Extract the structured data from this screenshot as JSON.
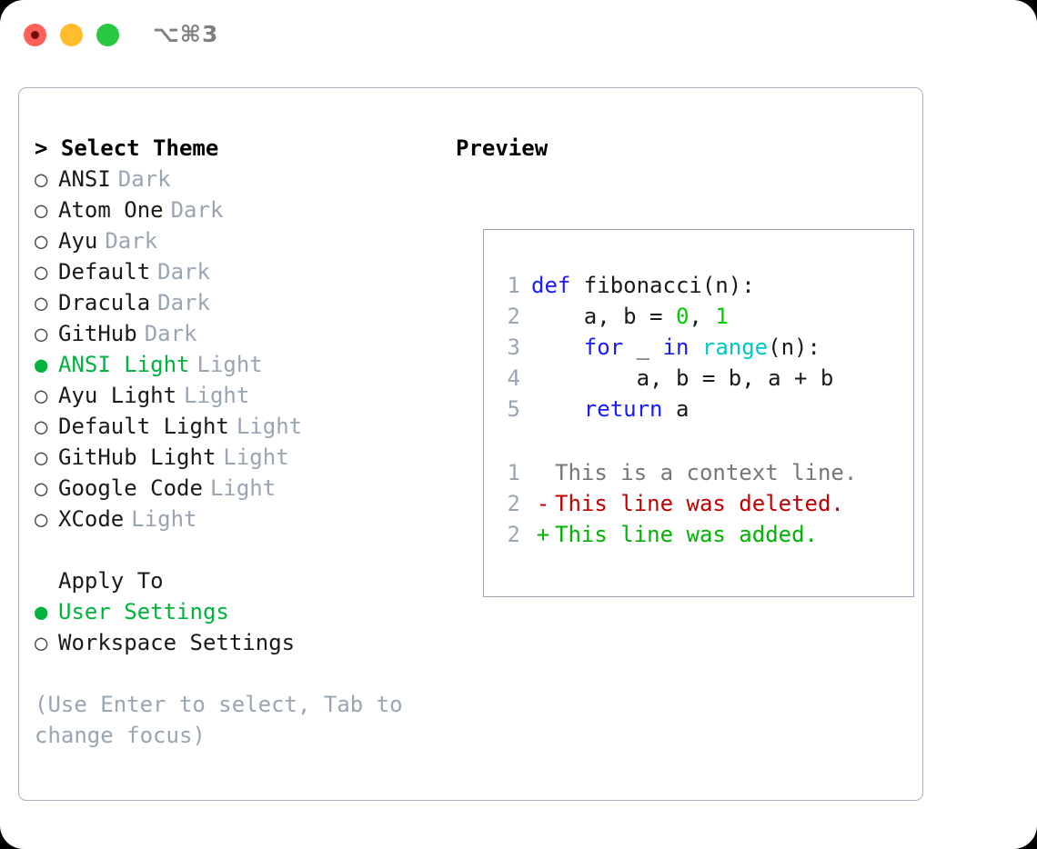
{
  "window": {
    "shortcut": "⌥⌘3",
    "traffic_lights": [
      {
        "name": "close",
        "color": "#ff6159"
      },
      {
        "name": "minimize",
        "color": "#ffbd2e"
      },
      {
        "name": "zoom",
        "color": "#28c840"
      }
    ]
  },
  "colors": {
    "accent_green": "#00b33c",
    "muted": "#9aa5b4",
    "border": "#a8b2c1",
    "keyword_blue": "#1a1aff",
    "function_cyan": "#00c8c8",
    "number_green": "#00cc00",
    "diff_deleted": "#c00000",
    "diff_added": "#00b300",
    "diff_context": "#767676"
  },
  "left": {
    "heading": "> Select Theme",
    "themes": [
      {
        "bullet": "○",
        "name": "ANSI",
        "kind": "Dark",
        "selected": false
      },
      {
        "bullet": "○",
        "name": "Atom One",
        "kind": "Dark",
        "selected": false
      },
      {
        "bullet": "○",
        "name": "Ayu",
        "kind": "Dark",
        "selected": false
      },
      {
        "bullet": "○",
        "name": "Default",
        "kind": "Dark",
        "selected": false
      },
      {
        "bullet": "○",
        "name": "Dracula",
        "kind": "Dark",
        "selected": false
      },
      {
        "bullet": "○",
        "name": "GitHub",
        "kind": "Dark",
        "selected": false
      },
      {
        "bullet": "●",
        "name": "ANSI Light",
        "kind": "Light",
        "selected": true
      },
      {
        "bullet": "○",
        "name": "Ayu Light",
        "kind": "Light",
        "selected": false
      },
      {
        "bullet": "○",
        "name": "Default Light",
        "kind": "Light",
        "selected": false
      },
      {
        "bullet": "○",
        "name": "GitHub Light",
        "kind": "Light",
        "selected": false
      },
      {
        "bullet": "○",
        "name": "Google Code",
        "kind": "Light",
        "selected": false
      },
      {
        "bullet": "○",
        "name": "XCode",
        "kind": "Light",
        "selected": false
      }
    ],
    "apply_to_label": "Apply To",
    "apply_to_options": [
      {
        "bullet": "●",
        "name": "User Settings",
        "selected": true
      },
      {
        "bullet": "○",
        "name": "Workspace Settings",
        "selected": false
      }
    ],
    "hint": "(Use Enter to select, Tab to change focus)"
  },
  "right": {
    "heading": "Preview",
    "code_lines": [
      {
        "no": "1",
        "tokens": [
          {
            "t": "def ",
            "c": "kw"
          },
          {
            "t": "fibonacci(n):",
            "c": "pl"
          }
        ]
      },
      {
        "no": "2",
        "tokens": [
          {
            "t": "    a, b = ",
            "c": "pl"
          },
          {
            "t": "0",
            "c": "num"
          },
          {
            "t": ", ",
            "c": "pl"
          },
          {
            "t": "1",
            "c": "num"
          }
        ]
      },
      {
        "no": "3",
        "tokens": [
          {
            "t": "    ",
            "c": "pl"
          },
          {
            "t": "for",
            "c": "kw"
          },
          {
            "t": " _ ",
            "c": "pl"
          },
          {
            "t": "in",
            "c": "kw"
          },
          {
            "t": " ",
            "c": "pl"
          },
          {
            "t": "range",
            "c": "fn"
          },
          {
            "t": "(n):",
            "c": "pl"
          }
        ]
      },
      {
        "no": "4",
        "tokens": [
          {
            "t": "        a, b = b, a + b",
            "c": "pl"
          }
        ]
      },
      {
        "no": "5",
        "tokens": [
          {
            "t": "    ",
            "c": "pl"
          },
          {
            "t": "return",
            "c": "kw"
          },
          {
            "t": " a",
            "c": "pl"
          }
        ]
      }
    ],
    "diff_lines": [
      {
        "no": "1",
        "mark": " ",
        "text": "This is a context line.",
        "kind": "ctx"
      },
      {
        "no": "2",
        "mark": "-",
        "text": "This line was deleted.",
        "kind": "del"
      },
      {
        "no": "2",
        "mark": "+",
        "text": "This line was added.",
        "kind": "add"
      }
    ]
  }
}
